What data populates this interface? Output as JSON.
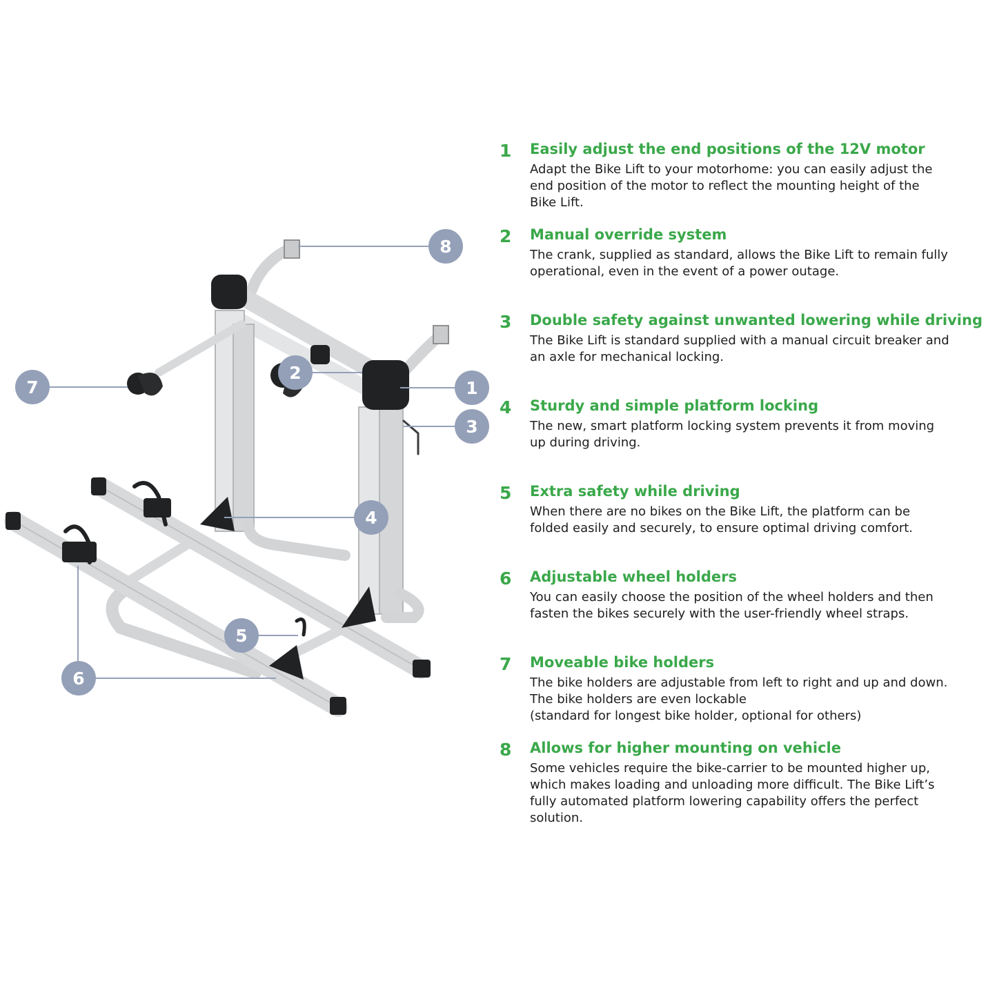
{
  "colors": {
    "accent_green": "#3aa84a",
    "callout_grey": "#94a0b8",
    "body_text": "#1e1e1e"
  },
  "callouts": [
    "1",
    "2",
    "3",
    "4",
    "5",
    "6",
    "7",
    "8"
  ],
  "features": [
    {
      "number": "1",
      "title": "Easily adjust the end positions of the 12V motor",
      "lines": [
        "Adapt the Bike Lift to your motorhome: you can easily adjust the",
        "end position of the motor to reflect the mounting height of the",
        "Bike Lift."
      ]
    },
    {
      "number": "2",
      "title": "Manual override system",
      "lines": [
        "The crank, supplied as standard, allows the Bike Lift to remain fully",
        "operational, even in the event of a power outage."
      ]
    },
    {
      "number": "3",
      "title": "Double safety against unwanted lowering while driving",
      "lines": [
        "The Bike Lift is standard supplied with a manual circuit breaker and",
        "an axle for mechanical locking."
      ]
    },
    {
      "number": "4",
      "title": "Sturdy and simple platform locking",
      "lines": [
        "The new, smart platform locking system prevents it from moving",
        "up during driving."
      ]
    },
    {
      "number": "5",
      "title": "Extra safety while driving",
      "lines": [
        "When there are no bikes on the Bike Lift, the platform can be",
        "folded easily and securely, to ensure optimal driving comfort."
      ]
    },
    {
      "number": "6",
      "title": "Adjustable wheel holders",
      "lines": [
        "You can easily choose the position of the wheel holders and then",
        "fasten the bikes securely with the user-friendly wheel straps."
      ]
    },
    {
      "number": "7",
      "title": "Moveable bike holders",
      "lines": [
        "The bike holders are adjustable from left to right and up and down.",
        "The bike holders are even lockable",
        "(standard for longest bike holder, optional for others)"
      ]
    },
    {
      "number": "8",
      "title": "Allows for higher mounting on vehicle",
      "lines": [
        "Some vehicles require the bike-carrier to be mounted higher up,",
        "which makes loading and unloading more difficult. The Bike Lift’s",
        "fully automated platform lowering capability offers the perfect",
        "solution."
      ]
    }
  ]
}
